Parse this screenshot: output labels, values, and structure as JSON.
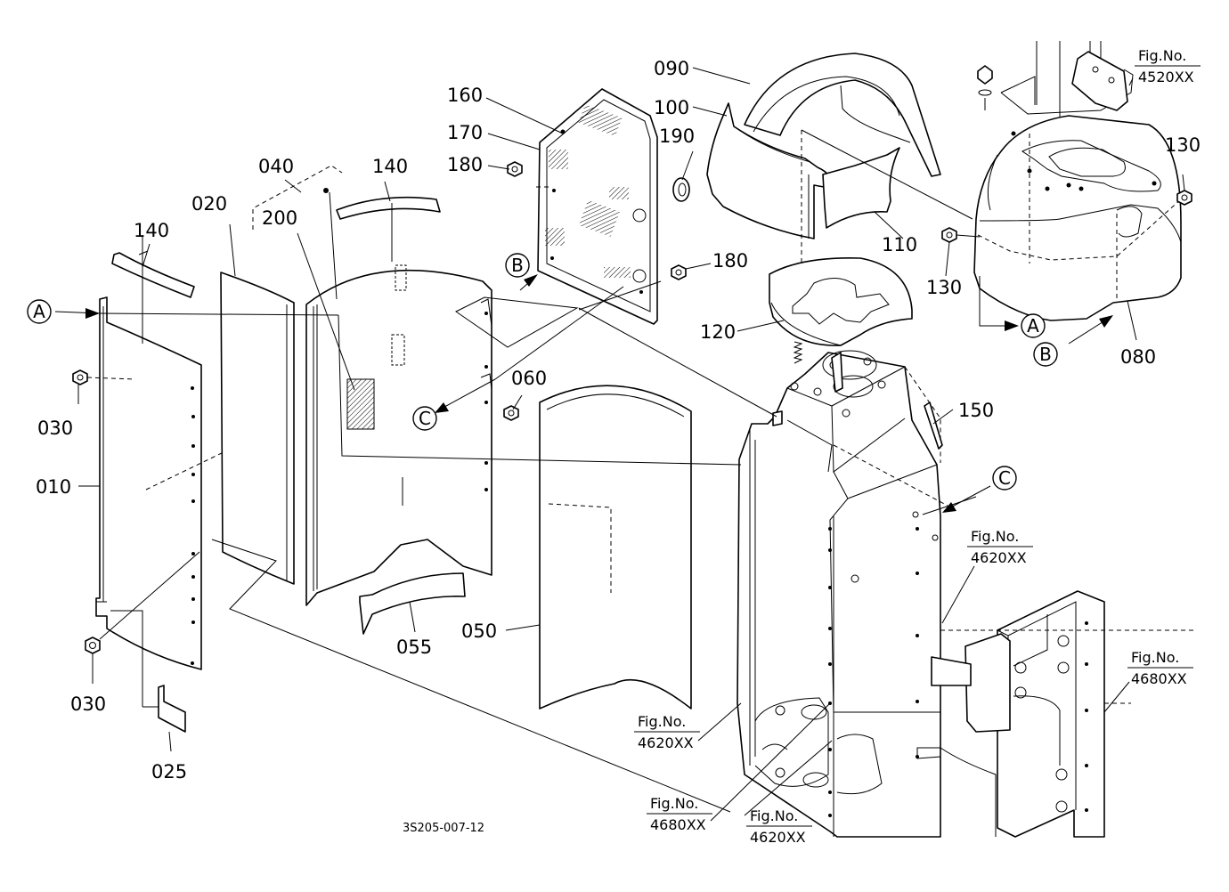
{
  "part_labels": {
    "p010": "010",
    "p020": "020",
    "p025": "025",
    "p030a": "030",
    "p030b": "030",
    "p040": "040",
    "p050": "050",
    "p055": "055",
    "p060": "060",
    "p080": "080",
    "p090": "090",
    "p100": "100",
    "p110": "110",
    "p120": "120",
    "p130a": "130",
    "p130b": "130",
    "p140a": "140",
    "p140b": "140",
    "p150": "150",
    "p160": "160",
    "p170": "170",
    "p180a": "180",
    "p180b": "180",
    "p190": "190",
    "p200": "200"
  },
  "ref_markers": {
    "a1": "A",
    "a2": "A",
    "b1": "B",
    "b2": "B",
    "c1": "C",
    "c2": "C"
  },
  "fig_refs": {
    "f4520": {
      "prefix": "Fig.No.",
      "num": "4520XX"
    },
    "f4620a": {
      "prefix": "Fig.No.",
      "num": "4620XX"
    },
    "f4620b": {
      "prefix": "Fig.No.",
      "num": "4620XX"
    },
    "f4620c": {
      "prefix": "Fig.No.",
      "num": "4620XX"
    },
    "f4680a": {
      "prefix": "Fig.No.",
      "num": "4680XX"
    },
    "f4680b": {
      "prefix": "Fig.No.",
      "num": "4680XX"
    }
  },
  "diagram_code": "3S205-007-12"
}
